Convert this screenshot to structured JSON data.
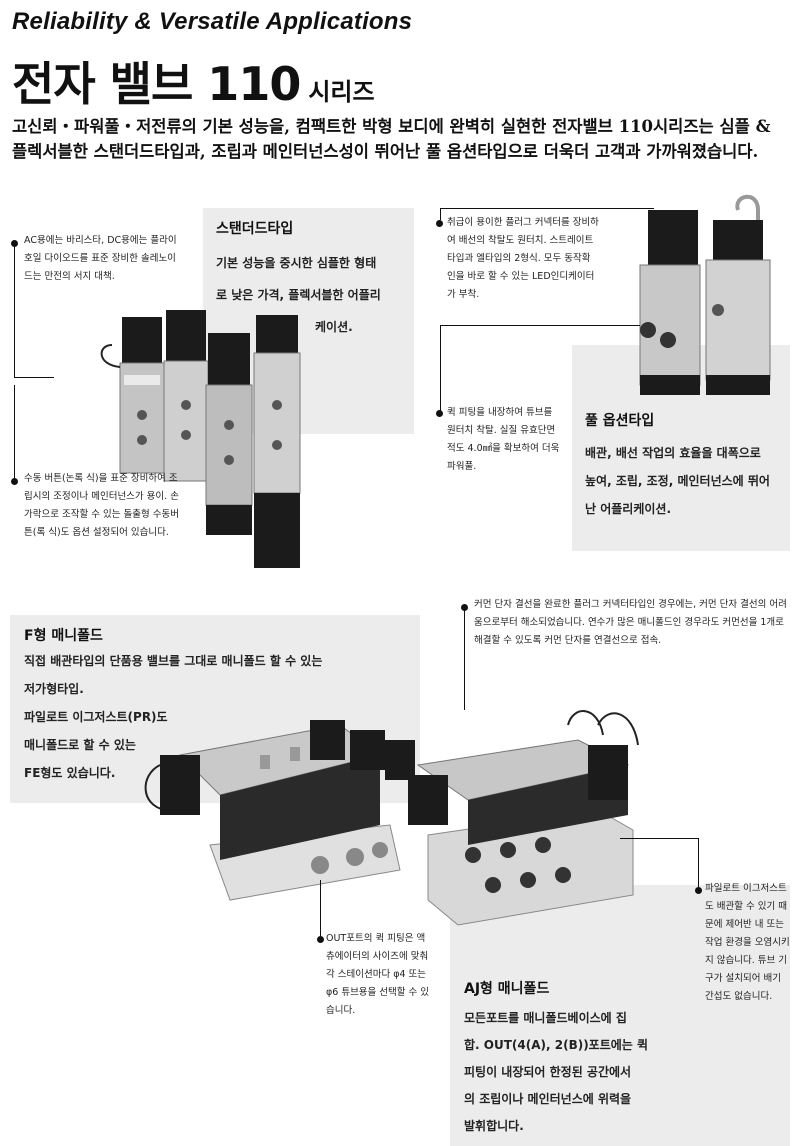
{
  "header": {
    "tagline": "Reliability & Versatile Applications",
    "title": "전자 밸브 110",
    "title_suffix": "시리즈",
    "intro": "고신뢰・파워풀・저전류의 기본 성능을, 컴팩트한 박형 보디에 완벽히 실현한 전자밸브 110시리즈는 심플 & 플렉서블한 스탠더드타입과, 조립과 메인터넌스성이 뛰어난 풀 옵션타입으로 더욱더 고객과 가까워졌습니다."
  },
  "standard_type": {
    "title": "스탠더드타입",
    "lines": [
      "기본 성능을 중시한 심플한 형태",
      "로 낮은 가격, 플렉서블한 어플리",
      "케이션."
    ],
    "note_top": "AC용에는 바리스타, DC용에는 플라이 호일 다이오드를 표준 장비한 솔레노이드는 만전의 서지 대책.",
    "note_bottom": "수동 버튼(논록 식)을 표준 장비하여 조립시의 조정이나 메인터넌스가 용이. 손가락으로 조작할 수 있는 돌출형 수동버튼(록 식)도 옵션 설정되어 있습니다."
  },
  "full_option_type": {
    "title": "풀 옵션타입",
    "lines": [
      "배관, 배선 작업의 효율을 대폭으로",
      "높여, 조립, 조정, 메인터넌스에 뛰어",
      "난 어플리케이션."
    ],
    "note_top": "취급이 용이한 플러그 커넥터를 장비하여 배선의 착탈도 원터치. 스트레이트타입과 엘타입의 2형식. 모두 동작확인을 바로 할 수 있는 LED인디케이터가 부착.",
    "note_fitting": "퀵 피팅을 내장하여 튜브를 원터치 착탈. 실질 유효단면적도 4.0㎟을 확보하여 더욱 파워풀."
  },
  "f_manifold": {
    "title": "F형 매니폴드",
    "lines": [
      "직접 배관타입의 단품용 밸브를 그대로 매니폴드 할 수 있는",
      "저가형타입.",
      "파일로트 이그저스트(PR)도",
      "매니폴드로 할 수 있는",
      "FE형도 있습니다."
    ],
    "note_connector": "커먼 단자 결선을 완료한 플러그 커넥터타입인 경우에는, 커먼 단자 결선의 어려움으로부터 해소되었습니다. 연수가 많은 매니폴드인 경우라도 커먼선을 1개로 해결할 수 있도록 커먼 단자를 연결선으로 접속.",
    "note_out": "OUT포트의 퀵 피팅은 액츄에이터의 사이즈에 맞춰 각 스테이션마다 φ4 또는 φ6 튜브용을 선택할 수 있습니다."
  },
  "aj_manifold": {
    "title": "AJ형 매니폴드",
    "lines": [
      "모든포트를 매니폴드베이스에 집",
      "합. OUT(4(A), 2(B))포트에는 퀵",
      "피팅이 내장되어 한정된 공간에서",
      "의 조립이나 메인터넌스에 위력을",
      "발휘합니다."
    ],
    "note_pilot": "파일로트 이그저스트도 배관할 수 있기 때문에 제어반 내 또는 작업 환경을 오염시키지 않습니다. 튜브 기구가 설치되어 배기 간섭도 없습니다."
  },
  "colors": {
    "box_gray": "#ececec",
    "text": "#111111"
  }
}
